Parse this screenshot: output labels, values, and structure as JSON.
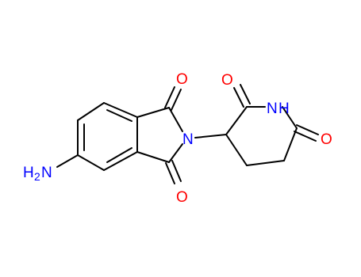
{
  "colors": {
    "bond": "#000000",
    "oxygen": "#ff0000",
    "nitrogen": "#0000ff",
    "background": "#ffffff"
  },
  "labels": {
    "o_top": "O",
    "o_bottom": "O",
    "o_glut_top": "O",
    "o_glut_right": "O",
    "n_imide": "N",
    "n_glut": "N",
    "h_glut": "H",
    "amine_h": "H",
    "amine_sub": "2",
    "amine_n": "N"
  }
}
